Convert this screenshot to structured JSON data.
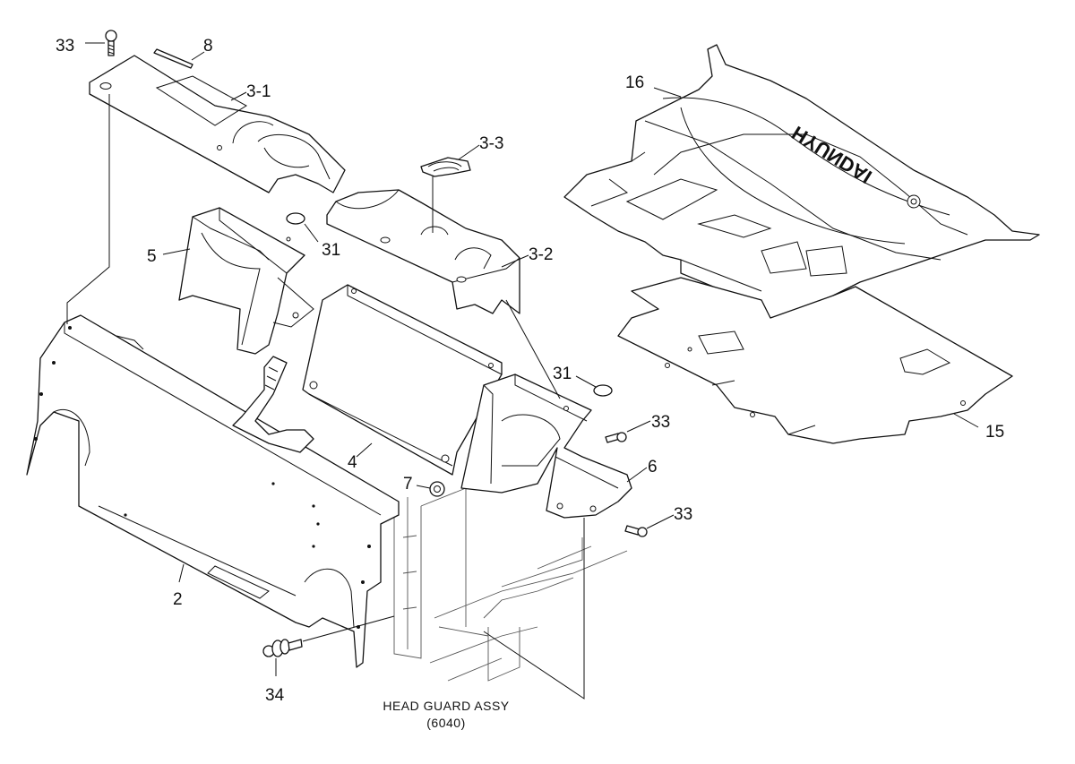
{
  "diagram": {
    "callouts": {
      "p33a": "33",
      "p8": "8",
      "p3_1": "3-1",
      "p16": "16",
      "p3_3": "3-3",
      "p5": "5",
      "p31a": "31",
      "p3_2": "3-2",
      "p31b": "31",
      "p33b": "33",
      "p15": "15",
      "p4": "4",
      "p7": "7",
      "p6": "6",
      "p33c": "33",
      "p2": "2",
      "p34": "34"
    },
    "logo_text": "HYUNDAI",
    "caption": {
      "line1": "HEAD GUARD ASSY",
      "line2": "(6040)"
    }
  }
}
